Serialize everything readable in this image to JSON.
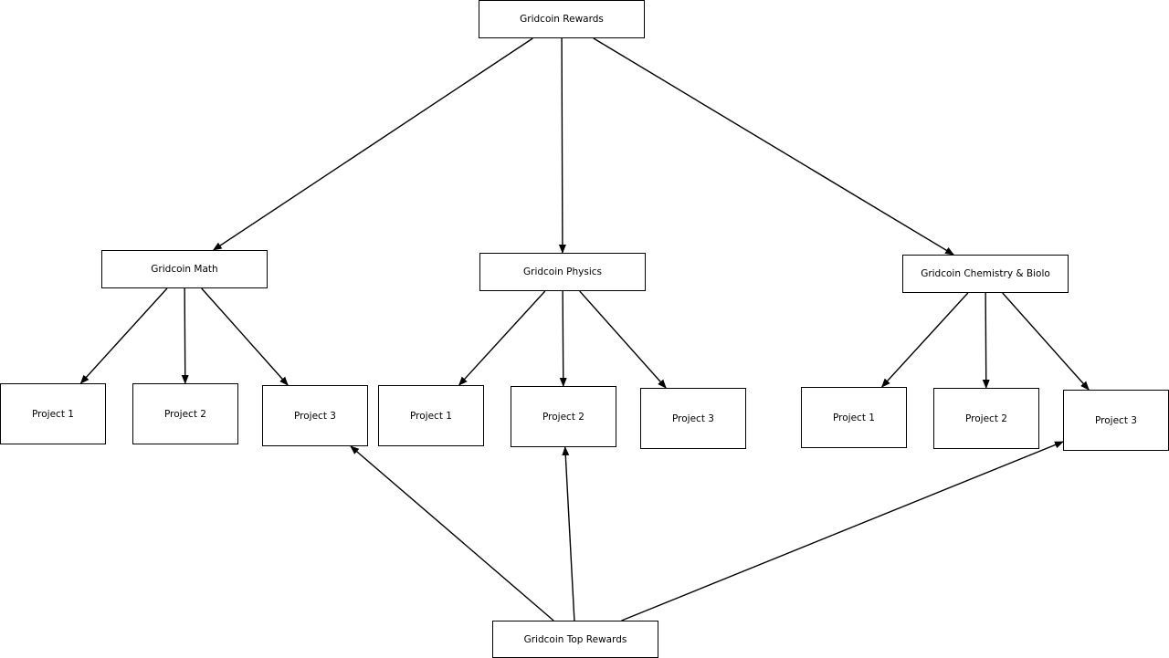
{
  "diagram": {
    "nodes": {
      "rewards": "Gridcoin Rewards",
      "math": "Gridcoin Math",
      "physics": "Gridcoin Physics",
      "chemistry": "Gridcoin Chemistry & Biolo",
      "math_project_1": "Project 1",
      "math_project_2": "Project 2",
      "math_project_3": "Project 3",
      "physics_project_1": "Project 1",
      "physics_project_2": "Project 2",
      "physics_project_3": "Project 3",
      "chemistry_project_1": "Project 1",
      "chemistry_project_2": "Project 2",
      "chemistry_project_3": "Project 3",
      "top_rewards": "Gridcoin Top Rewards"
    },
    "edges": [
      {
        "from": "rewards",
        "to": "math"
      },
      {
        "from": "rewards",
        "to": "physics"
      },
      {
        "from": "rewards",
        "to": "chemistry"
      },
      {
        "from": "math",
        "to": "math_project_1"
      },
      {
        "from": "math",
        "to": "math_project_2"
      },
      {
        "from": "math",
        "to": "math_project_3"
      },
      {
        "from": "physics",
        "to": "physics_project_1"
      },
      {
        "from": "physics",
        "to": "physics_project_2"
      },
      {
        "from": "physics",
        "to": "physics_project_3"
      },
      {
        "from": "chemistry",
        "to": "chemistry_project_1"
      },
      {
        "from": "chemistry",
        "to": "chemistry_project_2"
      },
      {
        "from": "chemistry",
        "to": "chemistry_project_3"
      },
      {
        "from": "top_rewards",
        "to": "math_project_3"
      },
      {
        "from": "top_rewards",
        "to": "physics_project_2"
      },
      {
        "from": "top_rewards",
        "to": "chemistry_project_3"
      }
    ],
    "colors": {
      "stroke": "#000000",
      "fill": "#ffffff"
    }
  }
}
